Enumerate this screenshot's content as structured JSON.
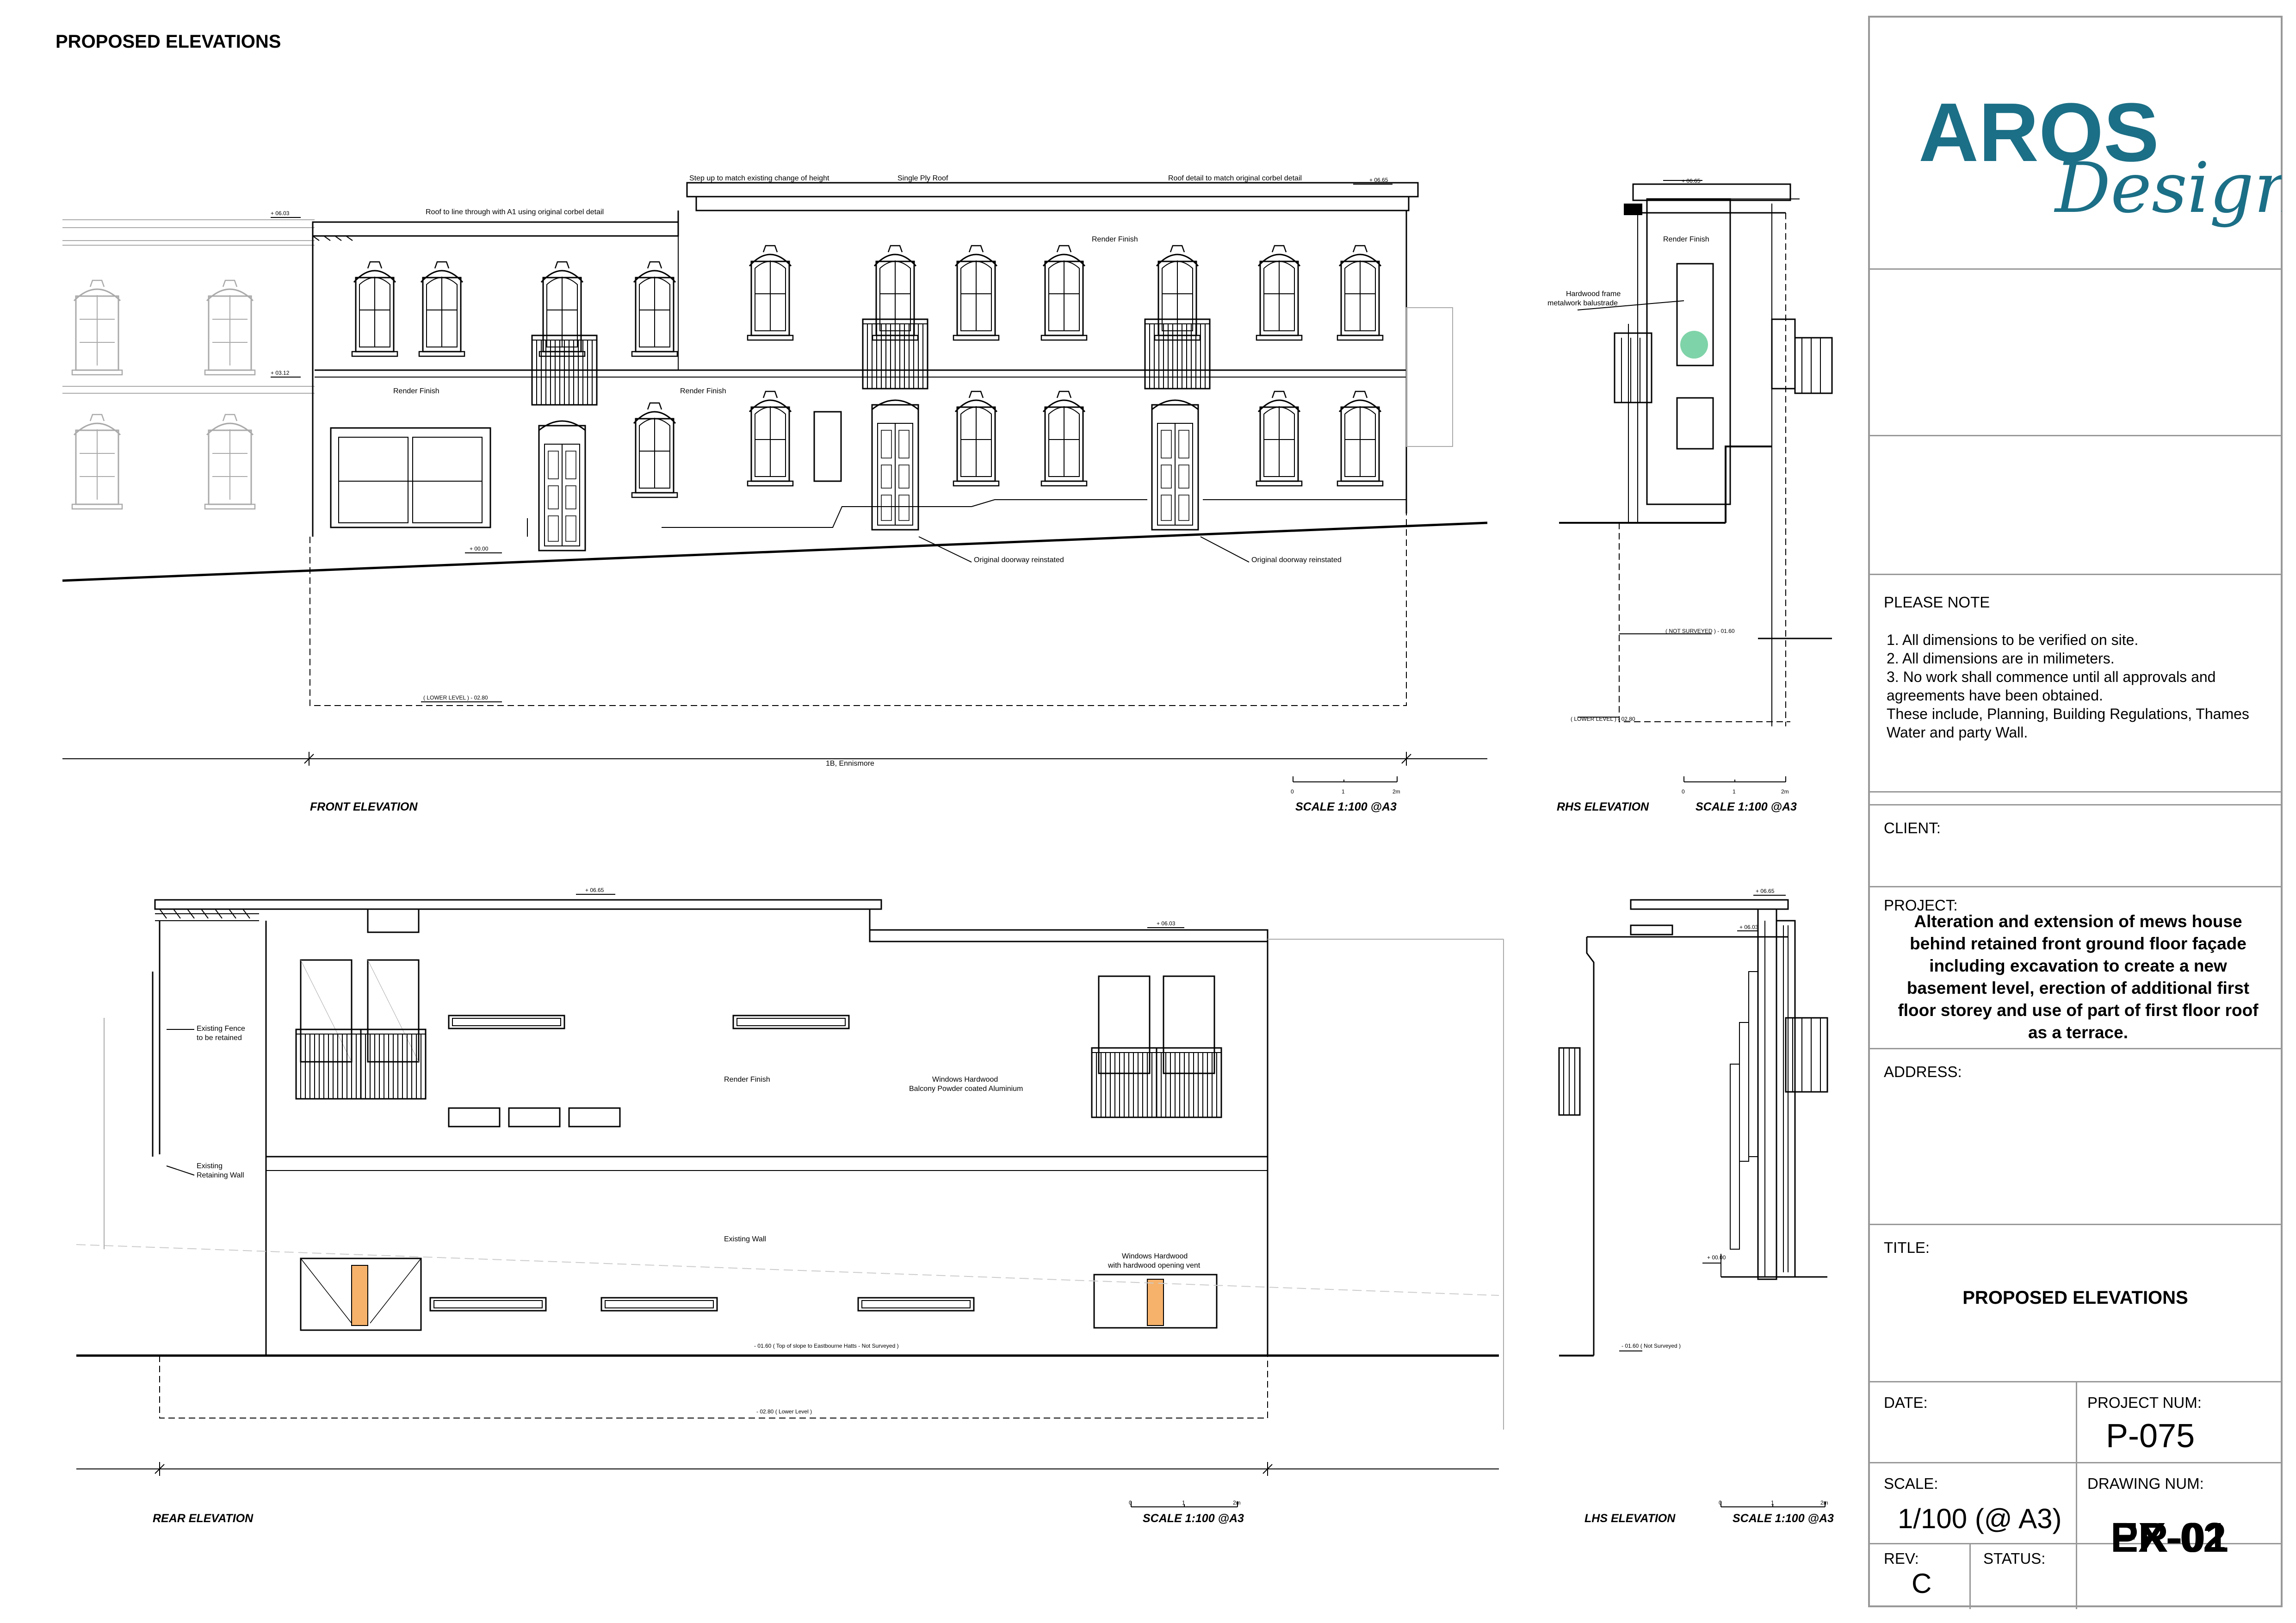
{
  "sheet_title": "PROPOSED ELEVATIONS",
  "brand": {
    "logo_main": "AROS",
    "logo_script": "Design",
    "logo_color": "#1b6f86"
  },
  "front": {
    "title": "FRONT ELEVATION",
    "scale": "SCALE 1:100 @A3",
    "scale_ticks": [
      "0",
      "1",
      "2m"
    ],
    "notes": {
      "step_up": "Step up to match existing change of height",
      "single_ply": "Single Ply Roof",
      "roof_detail": "Roof detail to match original corbel detail",
      "roof_line": "Roof to line through with A1 using original corbel detail",
      "render_finish": "Render Finish",
      "doorway": "Original doorway reinstated",
      "address": "1B, Ennismore"
    },
    "levels": {
      "top_left": "+ 06.03",
      "top_right": "+ 06.65",
      "mid_left": "+ 03.12",
      "ground": "+ 00.00",
      "lower": "( LOWER LEVEL ) - 02.80"
    }
  },
  "rhs": {
    "title": "RHS ELEVATION",
    "scale": "SCALE 1:100 @A3",
    "scale_ticks": [
      "0",
      "1",
      "2m"
    ],
    "notes": {
      "top": "+ 06.65",
      "render_finish": "Render Finish",
      "hardwood_1": "Hardwood frame",
      "hardwood_2": "metalwork balustrade",
      "not_surveyed": "( NOT SURVEYED ) - 01.60",
      "lower": "( LOWER LEVEL ) - 02.80"
    }
  },
  "rear": {
    "title": "REAR ELEVATION",
    "scale": "SCALE 1:100 @A3",
    "scale_ticks": [
      "0",
      "1",
      "2m"
    ],
    "notes": {
      "top_a": "+ 06.65",
      "top_b": "+ 06.03",
      "fence_1": "Existing Fence",
      "fence_2": "to be retained",
      "retaining_1": "Existing",
      "retaining_2": "Retaining Wall",
      "render_finish": "Render Finish",
      "windows_1": "Windows Hardwood",
      "windows_2": "Balcony Powder coated Aluminium",
      "existing_wall": "Existing Wall",
      "vent_1": "Windows Hardwood",
      "vent_2": "with hardwood opening vent",
      "slope": "- 01.60 ( Top of slope to Eastbourne Hatts - Not Surveyed )",
      "lower": "- 02.80 ( Lower Level )"
    }
  },
  "lhs": {
    "title": "LHS ELEVATION",
    "scale": "SCALE 1:100 @A3",
    "scale_ticks": [
      "0",
      "1",
      "2m"
    ],
    "notes": {
      "top_a": "+ 06.65",
      "top_b": "+ 06.03",
      "ground": "+ 00.00",
      "not_surveyed": "- 01.60 ( Not Surveyed )"
    }
  },
  "title_block": {
    "please_note": "PLEASE NOTE",
    "notes": [
      "1. All dimensions to be verified on site.",
      "2. All dimensions are in milimeters.",
      "3. No work shall commence until all approvals and agreements have been obtained.",
      "These include, Planning, Building Regulations, Thames Water and party Wall."
    ],
    "client_label": "CLIENT:",
    "project_label": "PROJECT:",
    "project_text": "Alteration and extension of mews house behind retained front ground floor façade including excavation to create a new basement level, erection of additional first floor storey and use of part of first floor roof as a terrace.",
    "address_label": "ADDRESS:",
    "title_label": "TITLE:",
    "title_value": "PROPOSED ELEVATIONS",
    "date_label": "DATE:",
    "project_num_label": "PROJECT NUM:",
    "project_num": "P-075",
    "scale_label": "SCALE:",
    "scale_value": "1/100 (@ A3)",
    "drawing_num_label": "DRAWING NUM:",
    "drawing_num_a": "EX-02",
    "drawing_num_b": "PR-01",
    "rev_label": "REV:",
    "rev_value": "C",
    "status_label": "STATUS:"
  },
  "colors": {
    "line": "#000000",
    "line_light": "#b0b0b0",
    "tree_green": "#7fd3a8",
    "vent_orange": "#f6b26b",
    "border_grey": "#999999"
  }
}
